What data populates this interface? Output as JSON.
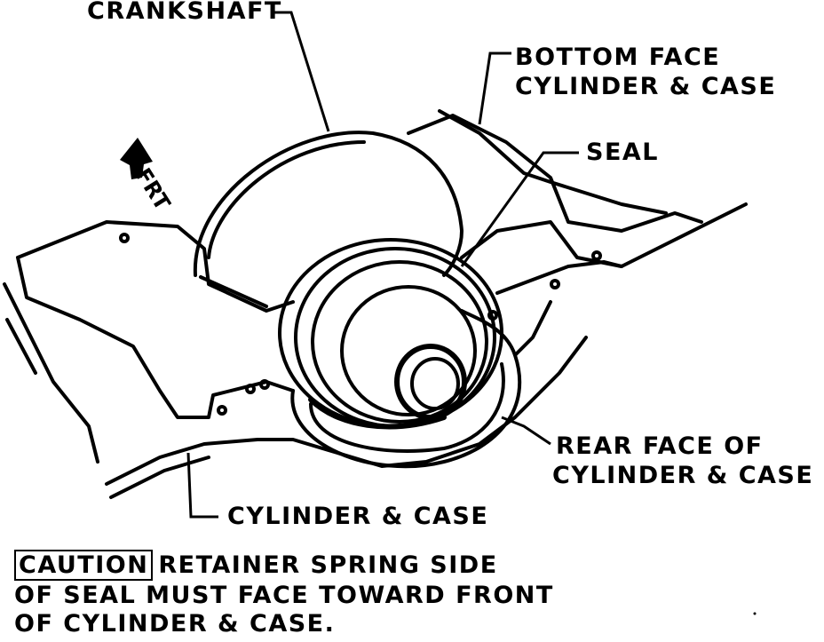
{
  "labels": {
    "crankshaft": "CRANKSHAFT",
    "bottom_face_line1": "BOTTOM FACE",
    "bottom_face_line2": "CYLINDER & CASE",
    "seal": "SEAL",
    "front_arrow": "FRT",
    "rear_face_line1": "REAR FACE OF",
    "rear_face_line2": "CYLINDER & CASE",
    "cylinder_case": "CYLINDER & CASE"
  },
  "caution": {
    "tag": "CAUTION",
    "line1": "RETAINER SPRING SIDE",
    "line2": "OF SEAL MUST FACE TOWARD FRONT",
    "line3": "OF CYLINDER & CASE."
  }
}
